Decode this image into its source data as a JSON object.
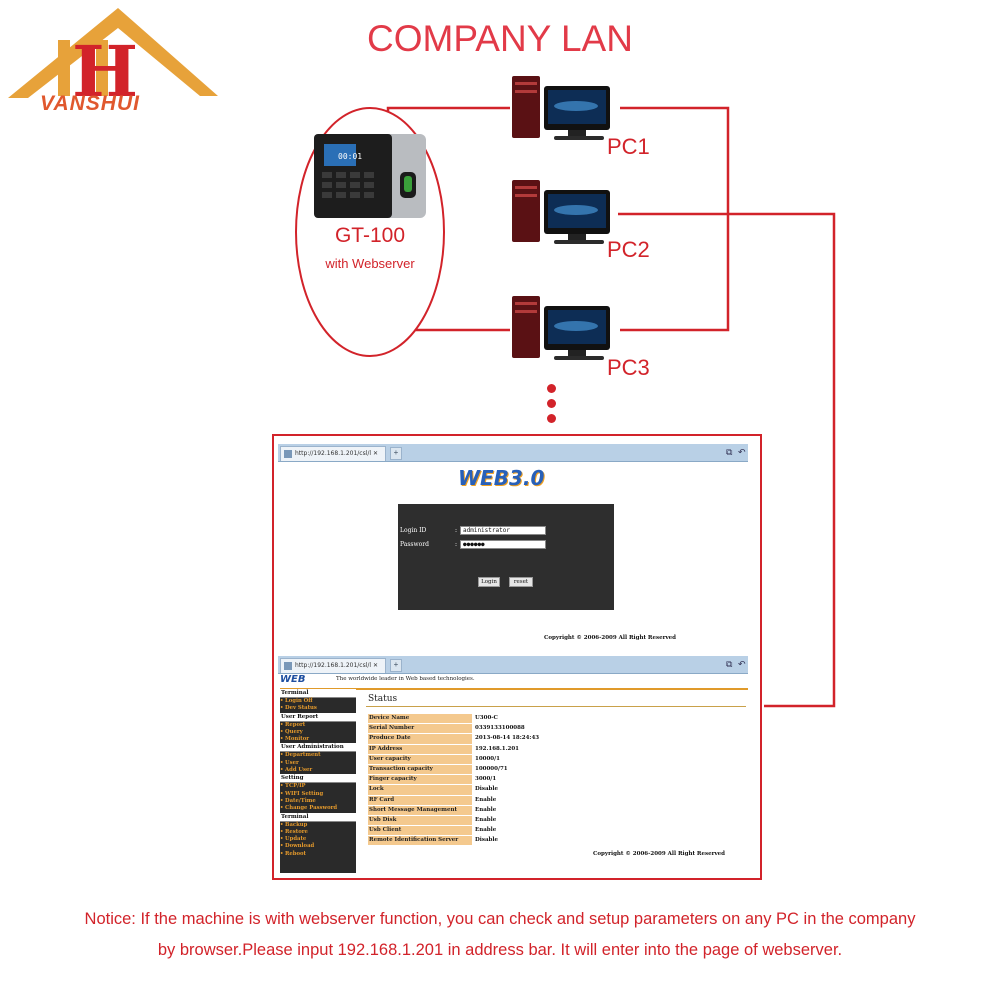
{
  "brand": {
    "logo_letter": "H",
    "logo_text": "VANSHUI"
  },
  "diagram": {
    "title": "COMPANY LAN",
    "device": {
      "model": "GT-100",
      "subtitle": "with Webserver",
      "screen_time": "00:01"
    },
    "pcs": [
      {
        "label": "PC1"
      },
      {
        "label": "PC2"
      },
      {
        "label": "PC3"
      }
    ],
    "colors": {
      "line": "#d2232a",
      "title": "#e23a48"
    }
  },
  "browser_login": {
    "tab_title": "http://192.168.1.201/csl/l",
    "badge": "WEB3.0",
    "login_id_label": "Login ID",
    "password_label": "Password",
    "login_id_value": "administrator",
    "password_value": "●●●●●●",
    "login_button": "Login",
    "reset_button": "reset",
    "copyright": "Copyright © 2006-2009 All Right Reserved"
  },
  "browser_status": {
    "tab_title": "http://192.168.1.201/csl/l",
    "badge": "WEB",
    "slogan": "The worldwide leader in Web based technologies.",
    "sidebar": [
      {
        "heading": "Terminal",
        "items": [
          "Login Off",
          "Dev Status"
        ]
      },
      {
        "heading": "User Report",
        "items": [
          "Report",
          "Query",
          "Monitor"
        ]
      },
      {
        "heading": "User Administration",
        "items": [
          "Department",
          "User",
          "Add User"
        ]
      },
      {
        "heading": "Setting",
        "items": [
          "TCP/IP",
          "WIFI Setting",
          "Date/Time",
          "Change Password"
        ]
      },
      {
        "heading": "Terminal",
        "items": [
          "Backup",
          "Restore",
          "Update",
          "Download",
          "Reboot"
        ]
      }
    ],
    "status_title": "Status",
    "rows": [
      {
        "key": "Device Name",
        "value": "U300-C"
      },
      {
        "key": "Serial Number",
        "value": "0339133100088"
      },
      {
        "key": "Produce Date",
        "value": "2013-08-14 18:24:43"
      },
      {
        "key": "IP Address",
        "value": "192.168.1.201"
      },
      {
        "key": "User capacity",
        "value": "10000/1"
      },
      {
        "key": "Transaction capacity",
        "value": "100000/71"
      },
      {
        "key": "Finger capacity",
        "value": "3000/1"
      },
      {
        "key": "Lock",
        "value": "Disable"
      },
      {
        "key": "RF Card",
        "value": "Enable"
      },
      {
        "key": "Short Message Management",
        "value": "Enable"
      },
      {
        "key": "Usb Disk",
        "value": "Enable"
      },
      {
        "key": "Usb Client",
        "value": "Enable"
      },
      {
        "key": "Remote Identification Server",
        "value": "Disable"
      }
    ],
    "copyright": "Copyright © 2006-2009 All Right Reserved"
  },
  "notice": {
    "line1": "Notice: If the machine is with webserver function, you can check and setup parameters on any PC in the company",
    "line2": "by browser.Please input 192.168.1.201 in address bar. It will enter into the page of webserver."
  }
}
